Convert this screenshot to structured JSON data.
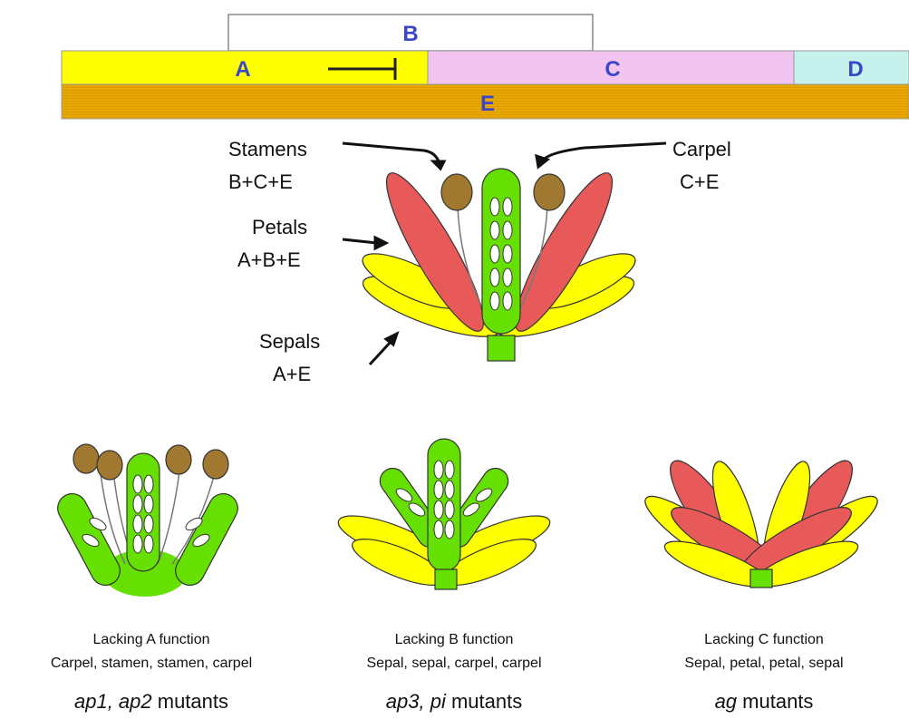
{
  "bands": {
    "A": "A",
    "B": "B",
    "C": "C",
    "D": "D",
    "E": "E"
  },
  "labels": {
    "stamens": {
      "name": "Stamens",
      "formula": "B+C+E"
    },
    "carpel": {
      "name": "Carpel",
      "formula": "C+E"
    },
    "petals": {
      "name": "Petals",
      "formula": "A+B+E"
    },
    "sepals": {
      "name": "Sepals",
      "formula": "A+E"
    }
  },
  "mutants": [
    {
      "line1": "Lacking A function",
      "line2": "Carpel, stamen, stamen, carpel",
      "gene": "ap1, ap2",
      "suffix": " mutants"
    },
    {
      "line1": "Lacking B function",
      "line2": "Sepal, sepal, carpel, carpel",
      "gene": "ap3, pi",
      "suffix": " mutants"
    },
    {
      "line1": "Lacking C function",
      "line2": "Sepal, petal, petal, sepal",
      "gene": "ag",
      "suffix": " mutants"
    }
  ],
  "colors": {
    "A": "#ffff00",
    "B": "#ffffff",
    "C": "#f2c4f0",
    "D": "#c6f2ee",
    "E": "#e8a800",
    "label": "#3b47c8",
    "petal": "#e85a5a",
    "sepal": "#ffff00",
    "green": "#66e000",
    "anther": "#a07830"
  }
}
